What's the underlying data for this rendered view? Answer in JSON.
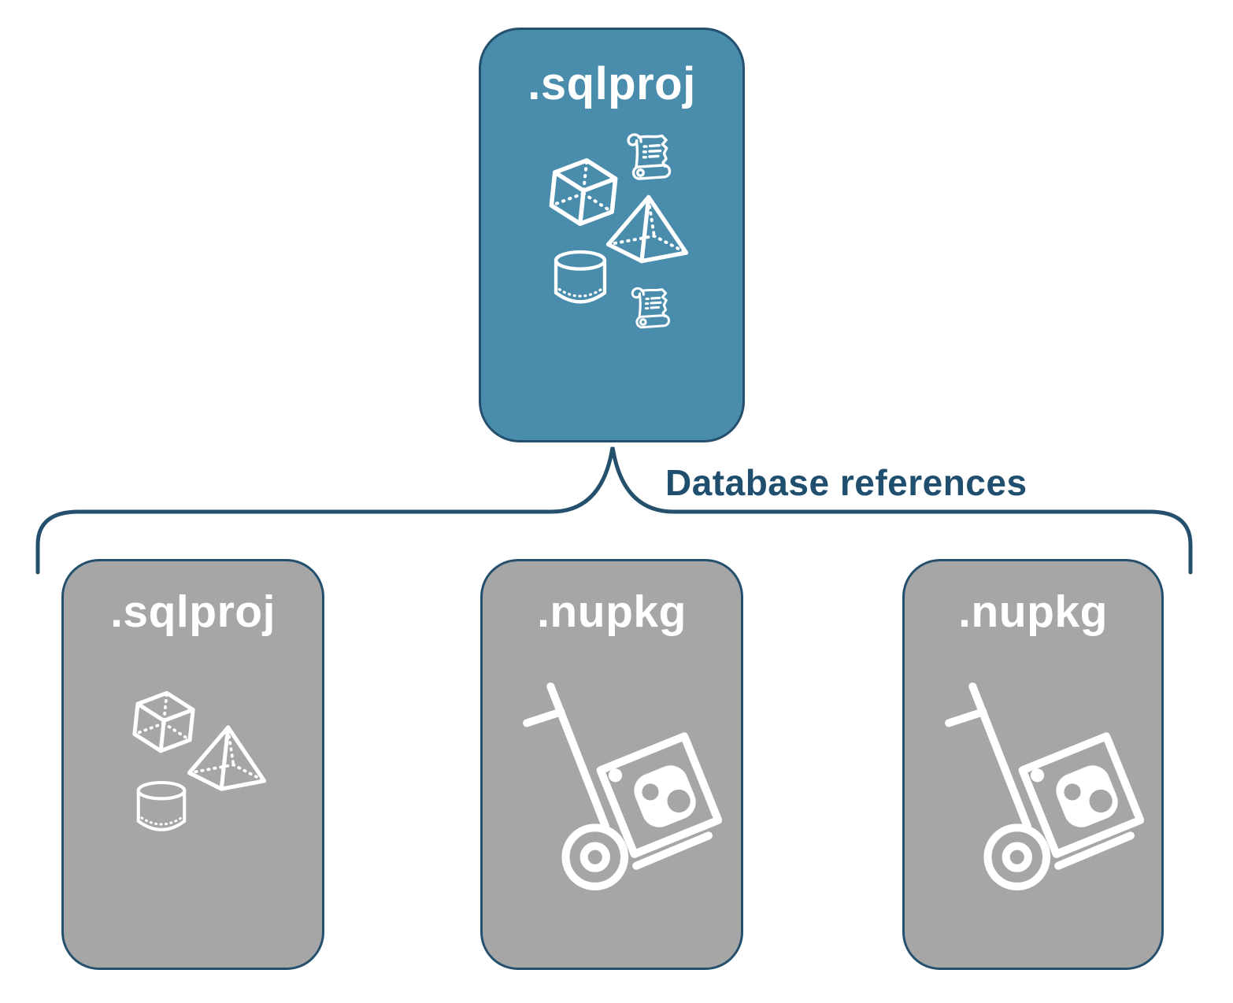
{
  "diagram": {
    "root": {
      "label": ".sqlproj",
      "icons": [
        "cube-icon",
        "scroll-icon",
        "pyramid-icon",
        "cylinder-icon",
        "scroll-icon"
      ],
      "fill_color": "#4A8CAC"
    },
    "connector": {
      "label": "Database references",
      "shape": "upward-curly-brace",
      "color": "#24506E"
    },
    "children": [
      {
        "label": ".sqlproj",
        "icons": [
          "cube-icon",
          "pyramid-icon",
          "cylinder-icon"
        ],
        "fill_color": "#A6A6A6"
      },
      {
        "label": ".nupkg",
        "icons": [
          "hand-truck-package-icon"
        ],
        "fill_color": "#A6A6A6"
      },
      {
        "label": ".nupkg",
        "icons": [
          "hand-truck-package-icon"
        ],
        "fill_color": "#A6A6A6"
      }
    ],
    "colors": {
      "outline": "#24506E",
      "card_label_text": "#FFFFFF",
      "connector_text": "#1F4E6E",
      "icon_stroke": "#FFFFFF",
      "background": "#FFFFFF"
    }
  }
}
